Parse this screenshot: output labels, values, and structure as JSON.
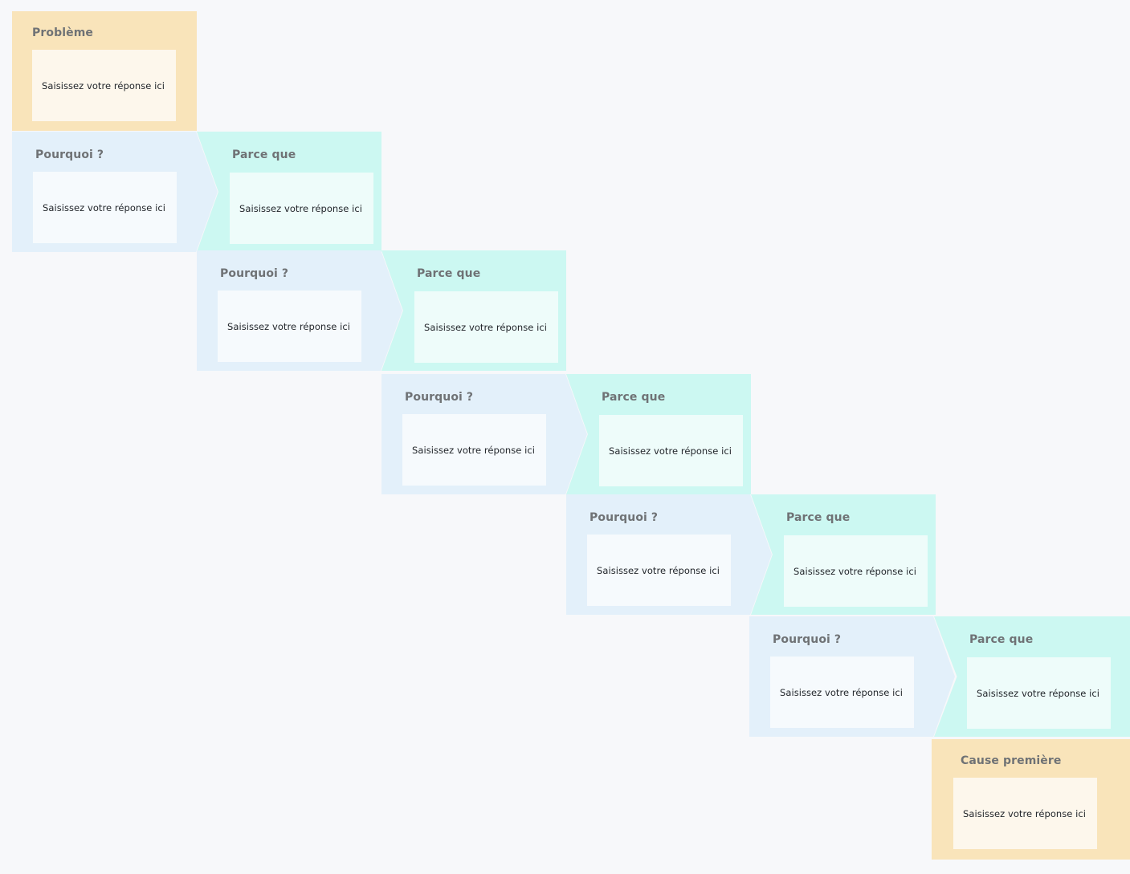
{
  "board": {
    "background_color": "#f7f8fa",
    "title_color": "#6f7275",
    "answer_text_color": "#22262b",
    "placeholder": "Saisissez votre réponse ici"
  },
  "problem": {
    "title": "Problème",
    "answer": "Saisissez votre réponse ici",
    "panel_color": "#f9e4ba",
    "card_color": "#fdf7ec"
  },
  "root_cause": {
    "title": "Cause première",
    "answer": "Saisissez votre réponse ici",
    "panel_color": "#f9e4ba",
    "card_color": "#fdf7ec"
  },
  "labels": {
    "why": "Pourquoi ?",
    "because": "Parce que"
  },
  "colors": {
    "why_panel": "#e3f0fa",
    "why_card": "#f6fafd",
    "because_panel": "#ccf8f2",
    "because_card": "#eefcfa"
  },
  "rows": [
    {
      "why": {
        "title": "Pourquoi ?",
        "answer": "Saisissez votre réponse ici"
      },
      "because": {
        "title": "Parce que",
        "answer": "Saisissez votre réponse ici"
      }
    },
    {
      "why": {
        "title": "Pourquoi ?",
        "answer": "Saisissez votre réponse ici"
      },
      "because": {
        "title": "Parce que",
        "answer": "Saisissez votre réponse ici"
      }
    },
    {
      "why": {
        "title": "Pourquoi ?",
        "answer": "Saisissez votre réponse ici"
      },
      "because": {
        "title": "Parce que",
        "answer": "Saisissez votre réponse ici"
      }
    },
    {
      "why": {
        "title": "Pourquoi ?",
        "answer": "Saisissez votre réponse ici"
      },
      "because": {
        "title": "Parce que",
        "answer": "Saisissez votre réponse ici"
      }
    },
    {
      "why": {
        "title": "Pourquoi ?",
        "answer": "Saisissez votre réponse ici"
      },
      "because": {
        "title": "Parce que",
        "answer": "Saisissez votre réponse ici"
      }
    }
  ]
}
